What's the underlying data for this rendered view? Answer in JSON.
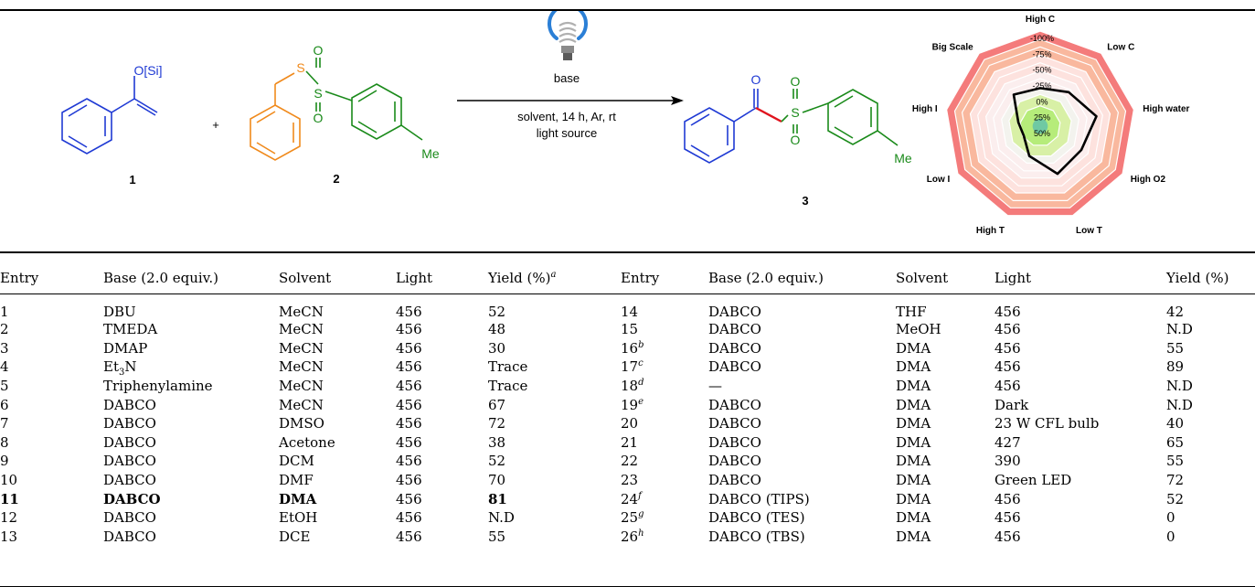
{
  "scheme": {
    "reactant1_group": "O[Si]",
    "reactant1_number": "1",
    "plus": "+",
    "reactant2_atom_s": "S",
    "reactant2_atom_o1": "O",
    "reactant2_atom_o2": "O",
    "reactant2_me": "Me",
    "reactant2_number": "2",
    "conditions_above": "base",
    "conditions_below_1": "solvent, 14 h, Ar, rt",
    "conditions_below_2": "light source",
    "product_o": "O",
    "product_s": "S",
    "product_o1": "O",
    "product_o2": "O",
    "product_me": "Me",
    "product_number": "3",
    "radar": {
      "axes": [
        "High C",
        "Low C",
        "High water",
        "High O2",
        "Low T",
        "High T",
        "Low I",
        "High I",
        "Big Scale"
      ],
      "ring_labels": [
        "-100%",
        "-75%",
        "-50%",
        "-25%",
        "0%",
        "25%",
        "50%"
      ],
      "values_pct": [
        -10,
        -20,
        -40,
        -25,
        -30,
        0,
        20,
        15,
        -15
      ],
      "colors": {
        "outer": "#f47b7b",
        "ring2": "#f9b89e",
        "ring3": "#fde2de",
        "ring4": "#fbeeee",
        "ring5": "#f3f3ee",
        "inner_ring": "#d8f0a6",
        "inner_fill": "#b6ec7a",
        "center": "#6fc9a3"
      }
    },
    "colors": {
      "reactant1": "#1f3ad4",
      "reactant2_ring": "#f08a1c",
      "reactant2_sulfonyl": "#1a8a1a",
      "product_bond": "#e0141e"
    }
  },
  "table": {
    "headers": [
      "Entry",
      "Base (2.0 equiv.)",
      "Solvent",
      "Light",
      "Yield (%)",
      "Entry",
      "Base (2.0 equiv.)",
      "Solvent",
      "Light",
      "Yield (%)"
    ],
    "header_footnote_a": "a",
    "rows": [
      {
        "entry_left": "1",
        "base_left": "DBU",
        "solvent_left": "MeCN",
        "light_left": "456",
        "yield_left": "52",
        "entry_right": "14",
        "foot_right": "",
        "base_right": "DABCO",
        "solvent_right": "THF",
        "light_right": "456",
        "yield_right": "42"
      },
      {
        "entry_left": "2",
        "base_left": "TMEDA",
        "solvent_left": "MeCN",
        "light_left": "456",
        "yield_left": "48",
        "entry_right": "15",
        "foot_right": "",
        "base_right": "DABCO",
        "solvent_right": "MeOH",
        "light_right": "456",
        "yield_right": "N.D"
      },
      {
        "entry_left": "3",
        "base_left": "DMAP",
        "solvent_left": "MeCN",
        "light_left": "456",
        "yield_left": "30",
        "entry_right": "16",
        "foot_right": "b",
        "base_right": "DABCO",
        "solvent_right": "DMA",
        "light_right": "456",
        "yield_right": "55"
      },
      {
        "entry_left": "4",
        "base_left": "Et",
        "base_left_sub": "3",
        "base_left_tail": "N",
        "solvent_left": "MeCN",
        "light_left": "456",
        "yield_left": "Trace",
        "entry_right": "17",
        "foot_right": "c",
        "base_right": "DABCO",
        "solvent_right": "DMA",
        "light_right": "456",
        "yield_right": "89"
      },
      {
        "entry_left": "5",
        "base_left": "Triphenylamine",
        "solvent_left": "MeCN",
        "light_left": "456",
        "yield_left": "Trace",
        "entry_right": "18",
        "foot_right": "d",
        "base_right": "—",
        "solvent_right": "DMA",
        "light_right": "456",
        "yield_right": "N.D"
      },
      {
        "entry_left": "6",
        "base_left": "DABCO",
        "solvent_left": "MeCN",
        "light_left": "456",
        "yield_left": "67",
        "entry_right": "19",
        "foot_right": "e",
        "base_right": "DABCO",
        "solvent_right": "DMA",
        "light_right": "Dark",
        "yield_right": "N.D"
      },
      {
        "entry_left": "7",
        "base_left": "DABCO",
        "solvent_left": "DMSO",
        "light_left": "456",
        "yield_left": "72",
        "entry_right": "20",
        "foot_right": "",
        "base_right": "DABCO",
        "solvent_right": "DMA",
        "light_right": "23 W CFL bulb",
        "yield_right": "40"
      },
      {
        "entry_left": "8",
        "base_left": "DABCO",
        "solvent_left": "Acetone",
        "light_left": "456",
        "yield_left": "38",
        "entry_right": "21",
        "foot_right": "",
        "base_right": "DABCO",
        "solvent_right": "DMA",
        "light_right": "427",
        "yield_right": "65"
      },
      {
        "entry_left": "9",
        "base_left": "DABCO",
        "solvent_left": "DCM",
        "light_left": "456",
        "yield_left": "52",
        "entry_right": "22",
        "foot_right": "",
        "base_right": "DABCO",
        "solvent_right": "DMA",
        "light_right": "390",
        "yield_right": "55"
      },
      {
        "entry_left": "10",
        "base_left": "DABCO",
        "solvent_left": "DMF",
        "light_left": "456",
        "yield_left": "70",
        "entry_right": "23",
        "foot_right": "",
        "base_right": "DABCO",
        "solvent_right": "DMA",
        "light_right": "Green LED",
        "yield_right": "72"
      },
      {
        "entry_left": "11",
        "base_left": "DABCO",
        "solvent_left": "DMA",
        "light_left": "456",
        "yield_left": "81",
        "entry_right": "24",
        "foot_right": "f",
        "base_right": "DABCO (TIPS)",
        "solvent_right": "DMA",
        "light_right": "456",
        "yield_right": "52"
      },
      {
        "entry_left": "12",
        "base_left": "DABCO",
        "solvent_left": "EtOH",
        "light_left": "456",
        "yield_left": "N.D",
        "entry_right": "25",
        "foot_right": "g",
        "base_right": "DABCO (TES)",
        "solvent_right": "DMA",
        "light_right": "456",
        "yield_right": "0"
      },
      {
        "entry_left": "13",
        "base_left": "DABCO",
        "solvent_left": "DCE",
        "light_left": "456",
        "yield_left": "55",
        "entry_right": "26",
        "foot_right": "h",
        "base_right": "DABCO (TBS)",
        "solvent_right": "DMA",
        "light_right": "456",
        "yield_right": "0"
      }
    ]
  }
}
